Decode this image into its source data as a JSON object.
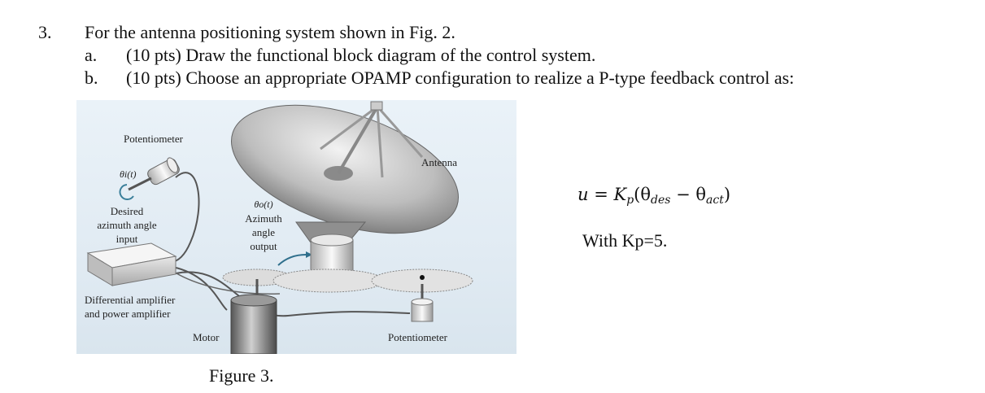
{
  "question": {
    "number": "3.",
    "text": "For the antenna positioning system shown in Fig. 2.",
    "parts": [
      {
        "label": "a.",
        "text": "(10 pts) Draw the functional block diagram of the control system."
      },
      {
        "label": "b.",
        "text": "(10 pts) Choose an appropriate OPAMP configuration to realize a P-type feedback control as:"
      }
    ]
  },
  "figure": {
    "caption": "Figure 3.",
    "labels": {
      "potentiometer_input": "Potentiometer",
      "theta_i": "θi(t)",
      "desired_1": "Desired",
      "desired_2": "azimuth angle",
      "desired_3": "input",
      "theta_o": "θo(t)",
      "azimuth_1": "Azimuth",
      "azimuth_2": "angle",
      "azimuth_3": "output",
      "antenna": "Antenna",
      "diff_1": "Differential amplifier",
      "diff_2": "and power amplifier",
      "motor": "Motor",
      "potentiometer_output": "Potentiometer"
    }
  },
  "equation": {
    "u": "u",
    "eq": " = ",
    "K": "K",
    "p": "p",
    "open": "(θ",
    "des": "des",
    "minus": " − θ",
    "act": "act",
    "close": ")"
  },
  "gain_note": "With Kp=5."
}
